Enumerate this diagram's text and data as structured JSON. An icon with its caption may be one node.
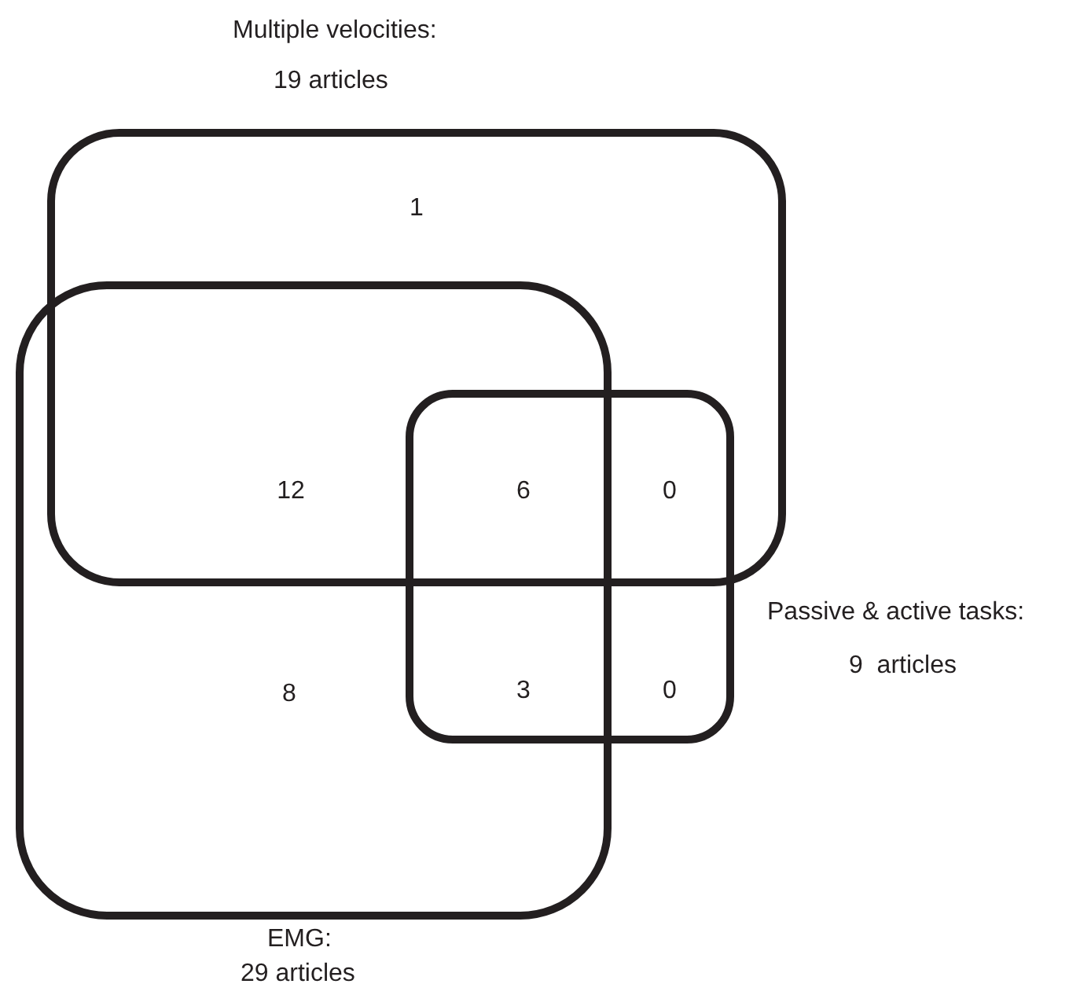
{
  "diagram": {
    "nodes": [
      {
        "text": [
          "Multiple velocities:",
          "19 articles"
        ]
      },
      {
        "text": [
          "EMG:",
          "29 articles"
        ]
      },
      {
        "text": [
          "Passive & active tasks:",
          "9  articles"
        ]
      }
    ],
    "labels": [
      "1",
      "12",
      "6",
      "0",
      "8",
      "3",
      "0"
    ]
  }
}
